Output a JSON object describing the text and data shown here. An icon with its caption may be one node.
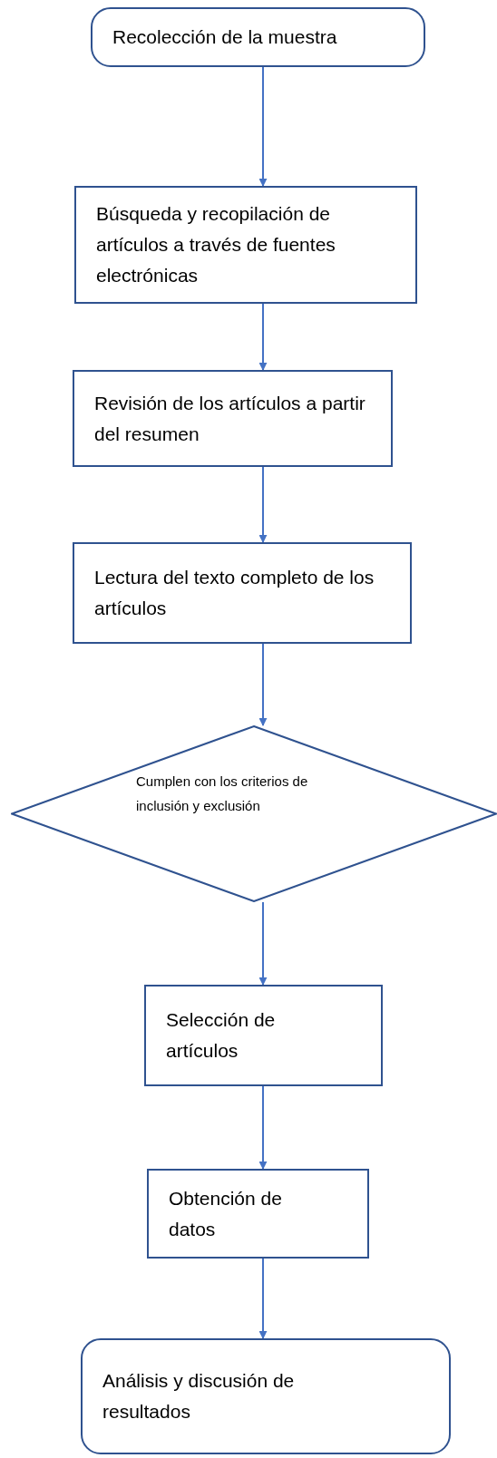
{
  "diagram": {
    "nodes": [
      {
        "text": [
          "Recolección de la muestra"
        ]
      },
      {
        "text": [
          "Búsqueda y recopilación de artículos a través de fuentes electrónicas"
        ]
      },
      {
        "text": [
          "Revisión de los artículos a partir del resumen"
        ]
      },
      {
        "text": [
          "Lectura del texto completo de los artículos"
        ]
      },
      {
        "text": [
          "Cumplen con los criterios de inclusión y exclusión"
        ]
      },
      {
        "text": [
          "Selección de artículos"
        ]
      },
      {
        "text": [
          "Obtención de datos"
        ]
      },
      {
        "text": [
          "Análisis y discusión de resultados"
        ]
      }
    ],
    "edges": [
      {
        "from": 0,
        "to": 1,
        "arrow": "to"
      },
      {
        "from": 1,
        "to": 2,
        "arrow": "to"
      },
      {
        "from": 2,
        "to": 3,
        "arrow": "to"
      },
      {
        "from": 3,
        "to": 4,
        "arrow": "to"
      },
      {
        "from": 4,
        "to": 5,
        "arrow": "to"
      },
      {
        "from": 5,
        "to": 6,
        "arrow": "to"
      },
      {
        "from": 6,
        "to": 7,
        "arrow": "to"
      }
    ]
  }
}
